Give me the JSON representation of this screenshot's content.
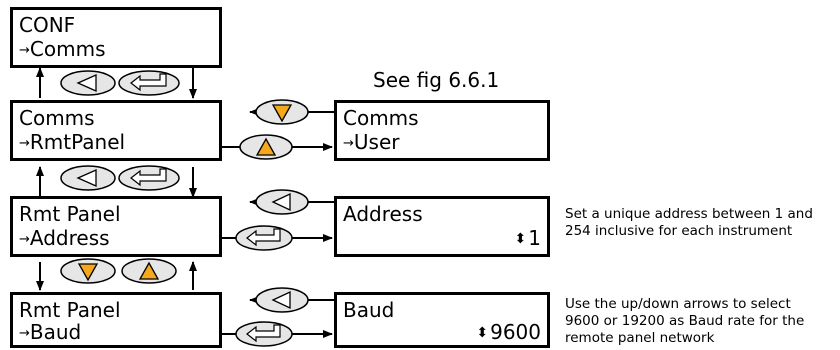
{
  "screens": {
    "conf": {
      "line1": "CONF",
      "line2": "Comms"
    },
    "comms_rmt": {
      "line1": "Comms",
      "line2": "RmtPanel"
    },
    "comms_user": {
      "line1": "Comms",
      "line2": "User"
    },
    "rmt_address": {
      "line1": "Rmt Panel",
      "line2": "Address"
    },
    "address": {
      "line1": "Address",
      "value": "1"
    },
    "rmt_baud": {
      "line1": "Rmt Panel",
      "line2": "Baud"
    },
    "baud": {
      "line1": "Baud",
      "value": "9600"
    }
  },
  "arrow_glyph": "→",
  "updown_glyph": "⬍",
  "see_fig": "See fig 6.6.1",
  "notes": {
    "address": [
      "Set a unique address between 1 and",
      "254 inclusive for each instrument"
    ],
    "baud": [
      "Use the up/down arrows to select",
      "9600 or 19200 as Baud rate for the",
      "remote panel network"
    ]
  },
  "colors": {
    "key_fill": "#e6e6e6",
    "orange": "#f4a81c",
    "line": "#000000"
  },
  "icons": {
    "page_key": "page-left-icon",
    "enter_key": "enter-return-icon",
    "down_key": "down-arrow-icon",
    "up_key": "up-arrow-icon"
  }
}
